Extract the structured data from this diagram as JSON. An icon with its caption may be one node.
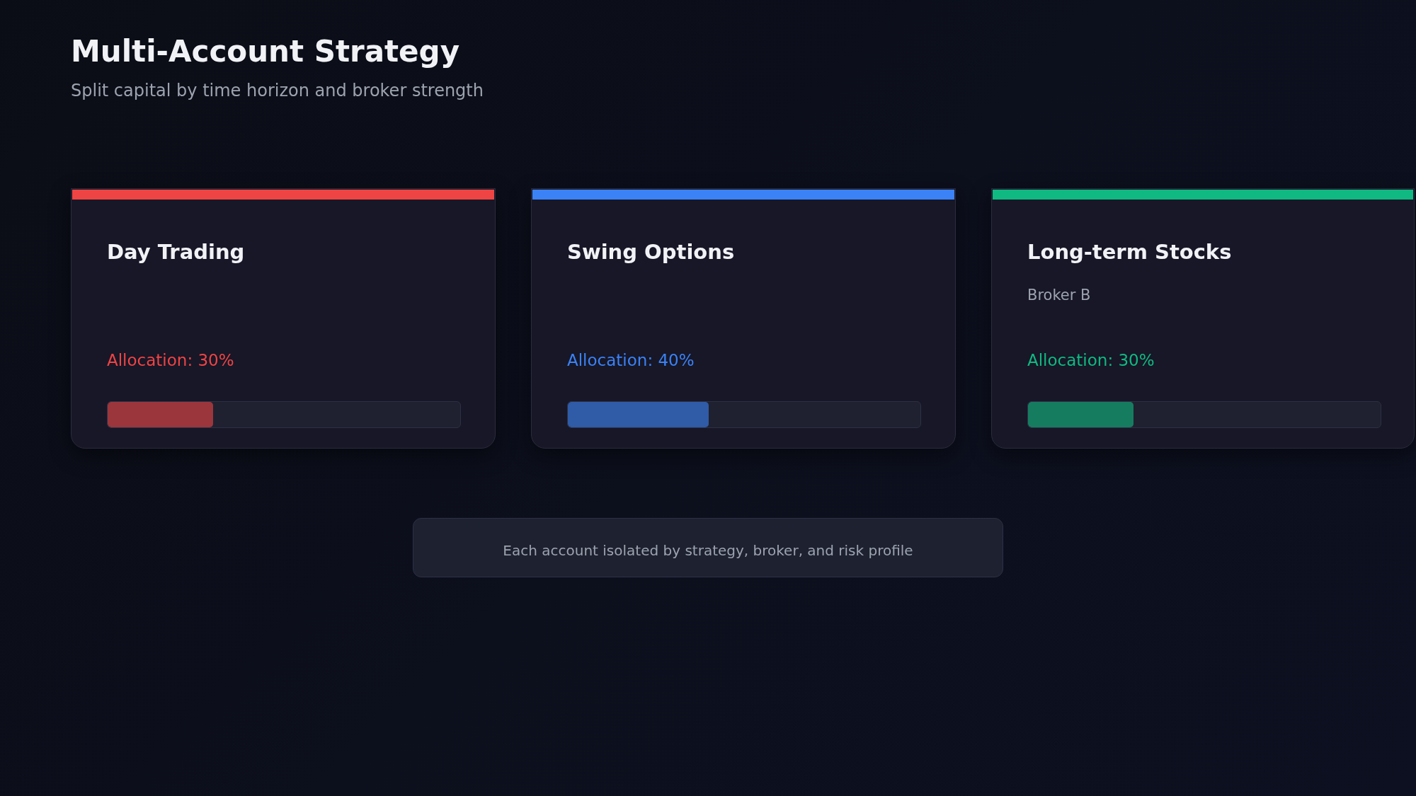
{
  "diagram": {
    "title": "Multi-Account Strategy",
    "nodes": [
      {
        "text": [
          "Day Trading",
          "Allocation: 30%"
        ]
      },
      {
        "text": [
          "Swing Options",
          "Allocation: 40%"
        ]
      },
      {
        "text": [
          "Long-term Stocks",
          "Broker B",
          "Allocation: 30%"
        ]
      },
      {
        "text": [
          "Each account isolated by strategy, broker, and risk profile"
        ]
      }
    ],
    "labels": [
      "Split capital by time horizon and broker strength"
    ]
  }
}
